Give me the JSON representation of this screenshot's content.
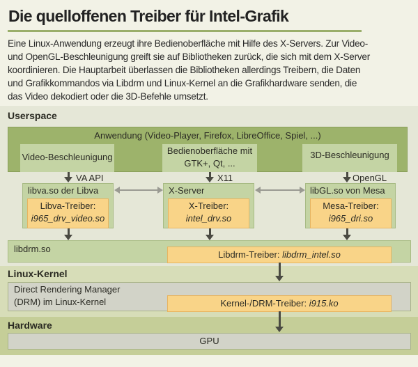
{
  "title": "Die quelloffenen Treiber für Intel-Grafik",
  "intro": "Eine Linux-Anwendung erzeugt ihre Bedienoberfläche mit Hilfe des X-Servers. Zur Video- und OpenGL-Beschleunigung greift sie auf Bibliotheken zurück, die sich mit dem X-Server koordinieren. Die Hauptarbeit überlassen die Bibliotheken allerdings Treibern, die Daten und Grafikkommandos via Libdrm und Linux-Kernel an die Grafikhardware senden, die das Video dekodiert oder die 3D-Befehle umsetzt.",
  "colors": {
    "background": "#f2f2e6",
    "userspace": "#e5e7d7",
    "kernel": "#d7ddb8",
    "hardware": "#c5ce98",
    "app_green": "#9db36b",
    "light_green": "#c4d4a4",
    "driver_orange": "#f9d488",
    "gray": "#d2d3c8",
    "arrow": "#4a4a42"
  },
  "sections": {
    "userspace": "Userspace",
    "kernel": "Linux-Kernel",
    "hardware": "Hardware"
  },
  "application": {
    "label": "Anwendung (Video-Player, Firefox, LibreOffice, Spiel, ...)",
    "components": [
      {
        "label": "Video-Beschleunigung"
      },
      {
        "label_line1": "Bedienoberfläche mit",
        "label_line2": "GTK+, Qt, ..."
      },
      {
        "label": "3D-Beschleunigung"
      }
    ]
  },
  "interfaces": [
    "VA API",
    "X11",
    "OpenGL"
  ],
  "libraries": [
    {
      "label": "libva.so der Libva",
      "driver_label": "Libva-Treiber:",
      "driver_file": "i965_drv_video.so"
    },
    {
      "label": "X-Server",
      "driver_label": "X-Treiber:",
      "driver_file": "intel_drv.so"
    },
    {
      "label": "libGL.so von Mesa",
      "driver_label": "Mesa-Treiber:",
      "driver_file": "i965_dri.so"
    }
  ],
  "libdrm": {
    "label": "libdrm.so",
    "driver_label": "Libdrm-Treiber: ",
    "driver_file": "libdrm_intel.so"
  },
  "drm": {
    "label_line1": "Direct Rendering Manager",
    "label_line2": "(DRM) im Linux-Kernel",
    "driver_label": "Kernel-/DRM-Treiber: ",
    "driver_file": "i915.ko"
  },
  "gpu": {
    "label": "GPU"
  }
}
